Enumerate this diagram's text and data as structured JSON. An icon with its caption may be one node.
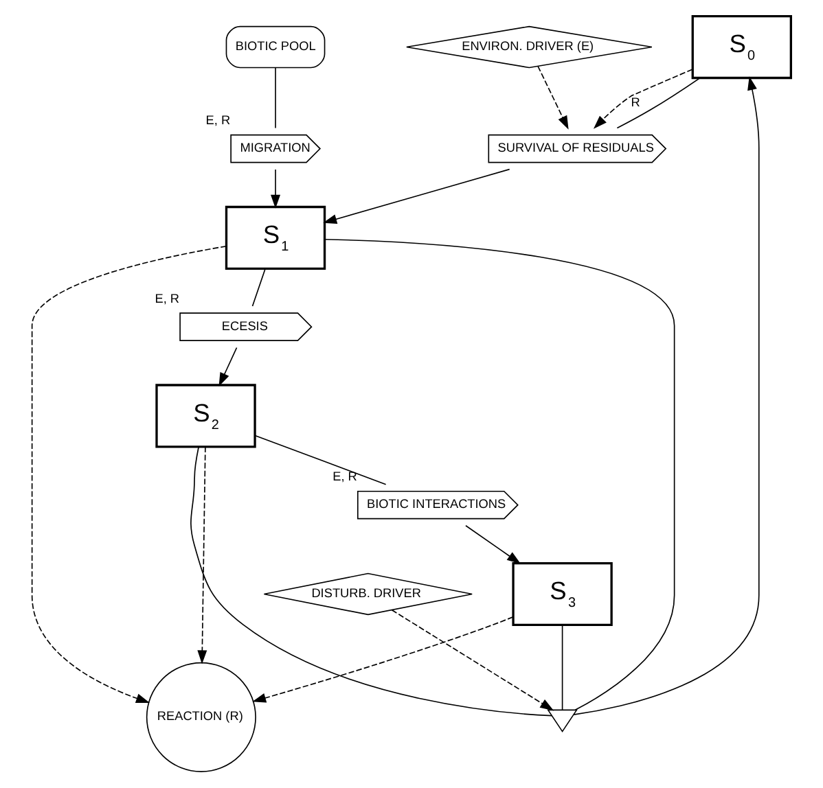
{
  "diagram": {
    "nodes": [
      {
        "text": [
          "S$_{0}$"
        ]
      },
      {
        "text": [
          "ENVIRON. DRIVER (E)"
        ]
      },
      {
        "text": [
          "SURVIVAL OF RESIDUALS"
        ]
      },
      {
        "text": [
          "S$_{1}$"
        ]
      },
      {
        "text": [
          "BIOTIC POOL"
        ]
      },
      {
        "text": [
          "MIGRATION"
        ],
        "beside": [
          "E, R"
        ]
      },
      {
        "text": [
          "ECESIS"
        ],
        "beside": [
          "E, R"
        ]
      },
      {
        "text": [
          "REACTION (R)"
        ]
      },
      {
        "text": [
          "S$_{2}$"
        ]
      },
      {
        "text": [
          "BIOTIC INTERACTIONS"
        ],
        "beside": [
          "E, R"
        ]
      },
      {
        "text": [
          "S$_{3}$"
        ]
      },
      {
        "text": [],
        "shape": "bowtie"
      },
      {
        "text": [
          "DISTURB. DRIVER"
        ]
      }
    ],
    "edges": [
      {
        "from": 0,
        "to": 2,
        "arrow": "none"
      },
      {
        "from": 2,
        "to": 3,
        "arrow": "to"
      },
      {
        "from": 0,
        "to": 2,
        "arrow": "to",
        "style": "dashed",
        "label": "R"
      },
      {
        "from": 1,
        "to": 2,
        "arrow": "to",
        "style": "dashed"
      },
      {
        "from": 4,
        "to": 5,
        "arrow": "none"
      },
      {
        "from": 5,
        "to": 3,
        "arrow": "to"
      },
      {
        "from": 3,
        "to": 7,
        "arrow": "to",
        "style": "dashed"
      },
      {
        "from": 3,
        "to": 6,
        "arrow": "none"
      },
      {
        "from": 6,
        "to": 8,
        "arrow": "to"
      },
      {
        "from": 8,
        "to": 7,
        "arrow": "to",
        "style": "dashed"
      },
      {
        "from": 8,
        "to": 9,
        "arrow": "none"
      },
      {
        "from": 9,
        "to": 10,
        "arrow": "to"
      },
      {
        "from": 10,
        "to": 7,
        "arrow": "to",
        "style": "dashed"
      },
      {
        "from": 3,
        "to": 11,
        "arrow": "none"
      },
      {
        "from": 8,
        "to": 11,
        "arrow": "none"
      },
      {
        "from": 10,
        "to": 11,
        "arrow": "none"
      },
      {
        "from": 11,
        "to": 0,
        "arrow": "to"
      },
      {
        "from": 12,
        "to": 11,
        "arrow": "to",
        "style": "dashed"
      }
    ]
  }
}
